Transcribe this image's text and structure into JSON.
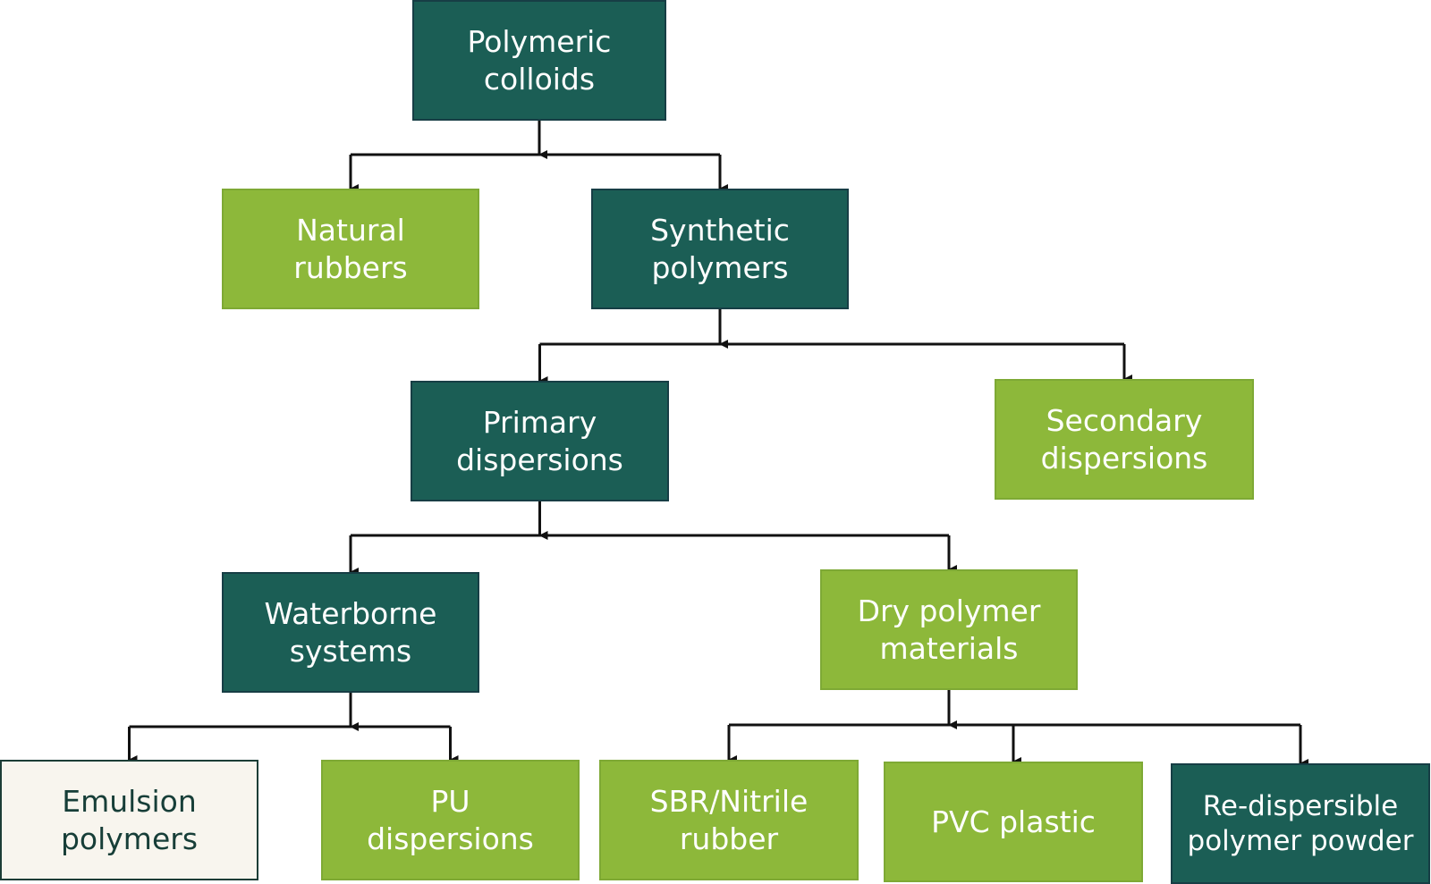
{
  "colors": {
    "dark": "#1b5e55",
    "light": "#8db83a",
    "cream": "#f8f5ee",
    "line": "#111111"
  },
  "nodes": {
    "polymeric_colloids": {
      "label": "Polymeric\ncolloids",
      "style": "dark"
    },
    "natural_rubbers": {
      "label": "Natural\nrubbers",
      "style": "light"
    },
    "synthetic_polymers": {
      "label": "Synthetic\npolymers",
      "style": "dark"
    },
    "primary_dispersions": {
      "label": "Primary\ndispersions",
      "style": "dark"
    },
    "secondary_dispersions": {
      "label": "Secondary\ndispersions",
      "style": "light"
    },
    "waterborne_systems": {
      "label": "Waterborne\nsystems",
      "style": "dark"
    },
    "dry_polymer_materials": {
      "label": "Dry polymer\nmaterials",
      "style": "light"
    },
    "emulsion_polymers": {
      "label": "Emulsion\npolymers",
      "style": "cream"
    },
    "pu_dispersions": {
      "label": "PU\ndispersions",
      "style": "light"
    },
    "sbr_nitrile_rubber": {
      "label": "SBR/Nitrile\nrubber",
      "style": "light"
    },
    "pvc_plastic": {
      "label": "PVC plastic",
      "style": "light"
    },
    "redispersible_powder": {
      "label": "Re-dispersible\npolymer powder",
      "style": "dark"
    }
  },
  "edges": [
    {
      "from": "polymeric_colloids",
      "to": [
        "natural_rubbers",
        "synthetic_polymers"
      ]
    },
    {
      "from": "synthetic_polymers",
      "to": [
        "primary_dispersions",
        "secondary_dispersions"
      ]
    },
    {
      "from": "primary_dispersions",
      "to": [
        "waterborne_systems",
        "dry_polymer_materials"
      ]
    },
    {
      "from": "waterborne_systems",
      "to": [
        "emulsion_polymers",
        "pu_dispersions"
      ]
    },
    {
      "from": "dry_polymer_materials",
      "to": [
        "sbr_nitrile_rubber",
        "pvc_plastic",
        "redispersible_powder"
      ]
    }
  ]
}
